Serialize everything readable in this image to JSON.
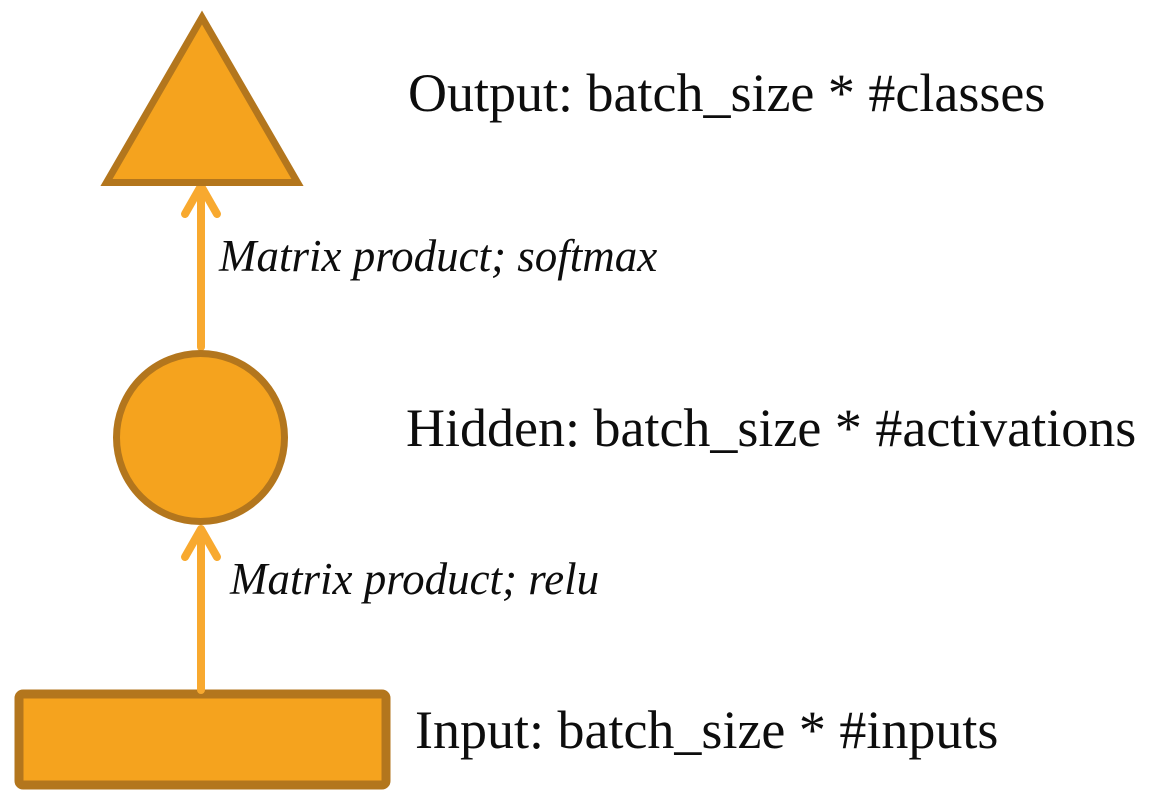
{
  "colors": {
    "shape_fill": "#F5A31E",
    "shape_stroke": "#B3761D",
    "arrow": "#F8A92F",
    "text": "#0d0d0d",
    "background": "#ffffff"
  },
  "nodes": [
    {
      "id": "output",
      "shape": "triangle",
      "label": "Output: batch_size * #classes"
    },
    {
      "id": "hidden",
      "shape": "circle",
      "label": "Hidden: batch_size * #activations"
    },
    {
      "id": "input",
      "shape": "rectangle",
      "label": "Input: batch_size * #inputs"
    }
  ],
  "edges": [
    {
      "from": "hidden",
      "to": "output",
      "label": "Matrix product; softmax"
    },
    {
      "from": "input",
      "to": "hidden",
      "label": "Matrix product; relu"
    }
  ]
}
